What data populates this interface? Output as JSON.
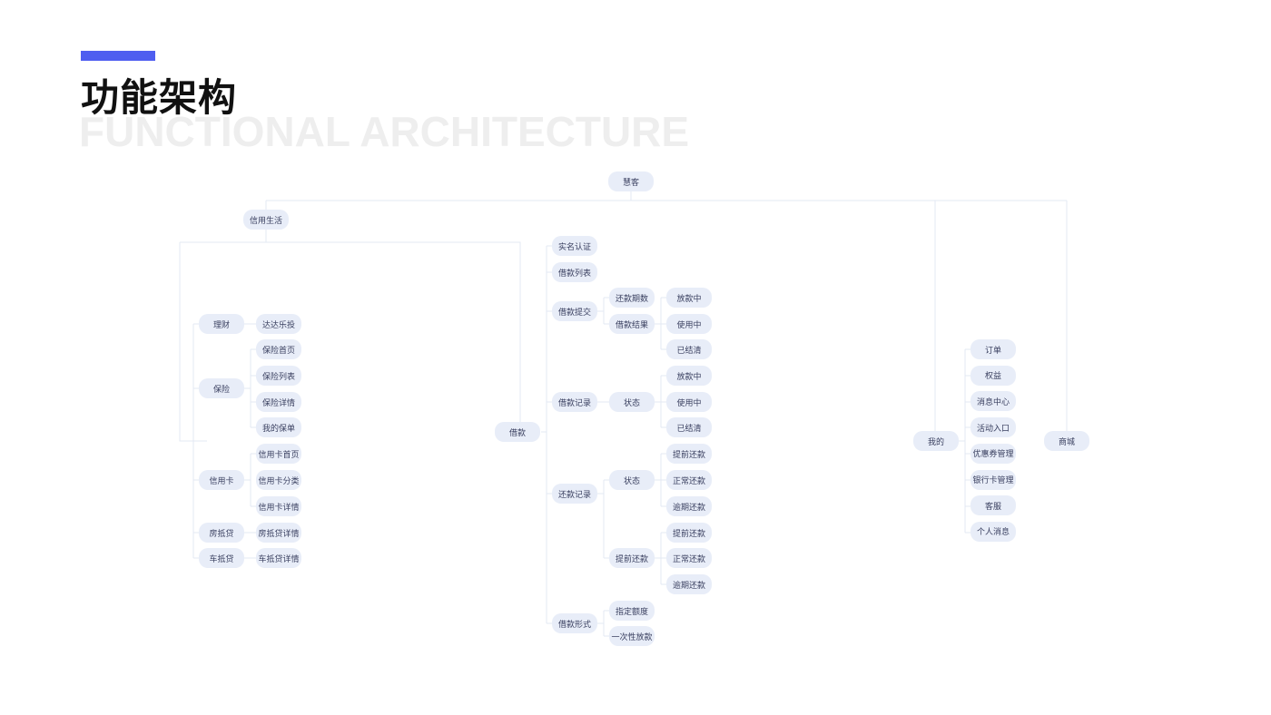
{
  "header": {
    "title": "功能架构",
    "subtitle": "FUNCTIONAL ARCHITECTURE"
  },
  "colors": {
    "accent": "#4f5ef0",
    "node_bg": "#e8edf8",
    "line": "#e3e8f3",
    "text": "#3a4060"
  },
  "tree": {
    "root": "慧客",
    "credit_life": {
      "label": "信用生活",
      "finance": {
        "label": "理财",
        "children": [
          "达达乐投"
        ]
      },
      "insurance": {
        "label": "保险",
        "children": [
          "保险首页",
          "保险列表",
          "保险详情",
          "我的保单"
        ]
      },
      "credit_card": {
        "label": "信用卡",
        "children": [
          "信用卡首页",
          "信用卡分类",
          "信用卡详情"
        ]
      },
      "house_loan": {
        "label": "房抵贷",
        "children": [
          "房抵贷详情"
        ]
      },
      "car_loan": {
        "label": "车抵贷",
        "children": [
          "车抵贷详情"
        ]
      }
    },
    "loan": {
      "label": "借款",
      "realname": "实名认证",
      "loan_list": "借款列表",
      "submit": {
        "label": "借款提交",
        "children": [
          "还款期数",
          "借款结果"
        ],
        "status": [
          "放款中",
          "使用中",
          "已结清"
        ]
      },
      "records": {
        "label": "借款记录",
        "status_label": "状态",
        "status": [
          "放款中",
          "使用中",
          "已结清"
        ]
      },
      "repay": {
        "label": "还款记录",
        "status_label": "状态",
        "status": [
          "提前还款",
          "正常还款",
          "逾期还款"
        ],
        "early_label": "提前还款",
        "early": [
          "提前还款",
          "正常还款",
          "逾期还款"
        ]
      },
      "form": {
        "label": "借款形式",
        "children": [
          "指定额度",
          "一次性放款"
        ]
      }
    },
    "mine": {
      "label": "我的",
      "children": [
        "订单",
        "权益",
        "消息中心",
        "活动入口",
        "优惠券管理",
        "银行卡管理",
        "客服",
        "个人消息"
      ]
    },
    "mall": {
      "label": "商城"
    }
  }
}
